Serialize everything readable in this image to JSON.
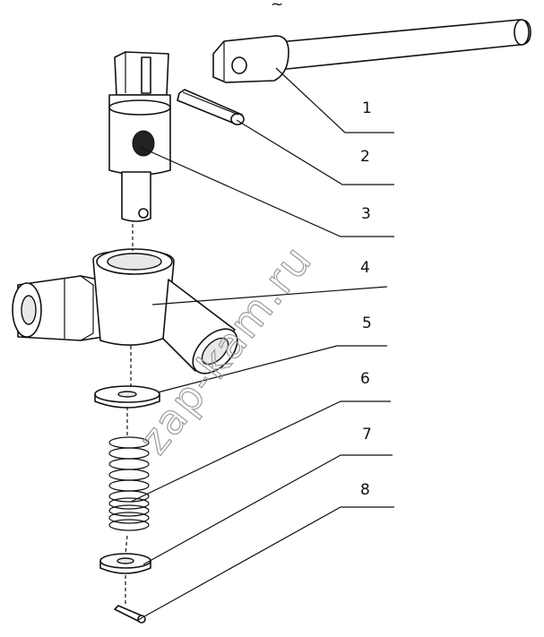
{
  "top_mark": "~",
  "watermark": "zap-kam.ru",
  "callouts": [
    {
      "id": "1",
      "label": "1"
    },
    {
      "id": "2",
      "label": "2"
    },
    {
      "id": "3",
      "label": "3"
    },
    {
      "id": "4",
      "label": "4"
    },
    {
      "id": "5",
      "label": "5"
    },
    {
      "id": "6",
      "label": "6"
    },
    {
      "id": "7",
      "label": "7"
    },
    {
      "id": "8",
      "label": "8"
    }
  ]
}
